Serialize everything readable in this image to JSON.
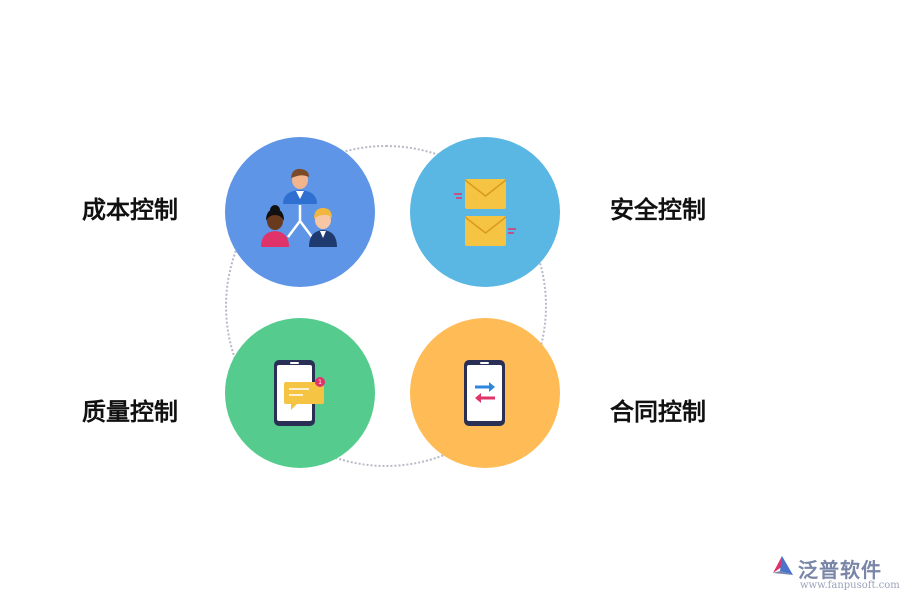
{
  "items": [
    {
      "label": "成本控制",
      "color": "#5e95e6",
      "icon": "people-hierarchy-icon"
    },
    {
      "label": "安全控制",
      "color": "#5ab6e2",
      "icon": "envelopes-icon"
    },
    {
      "label": "质量控制",
      "color": "#55cc8e",
      "icon": "phone-message-icon"
    },
    {
      "label": "合同控制",
      "color": "#ffbb55",
      "icon": "phone-transfer-icon"
    }
  ],
  "brand": {
    "name": "泛普软件",
    "url": "www.fanpusoft.com",
    "icon": "fanpu-logo-icon"
  }
}
